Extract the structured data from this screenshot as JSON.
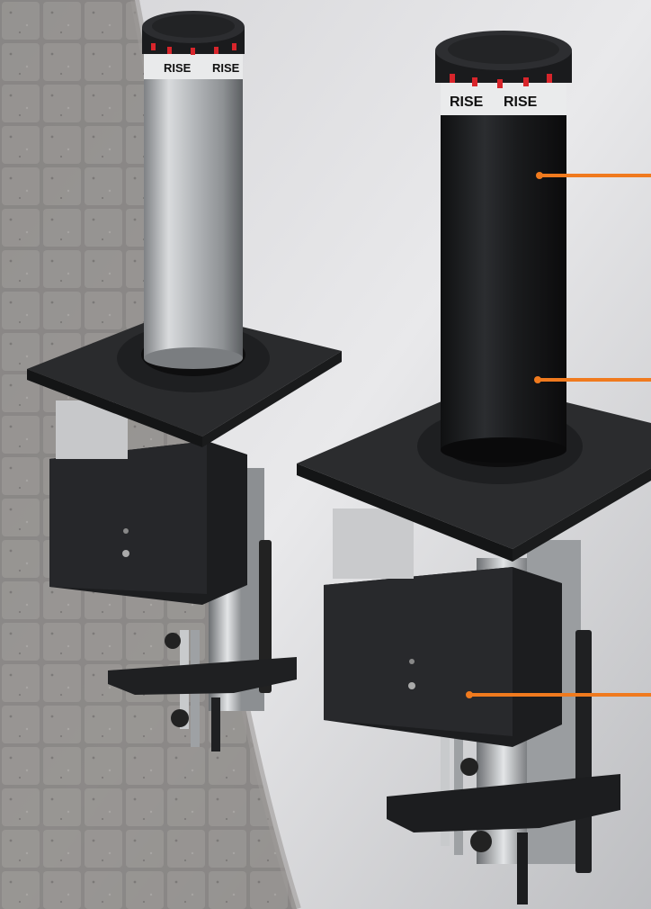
{
  "scene": {
    "description_free": true,
    "colors": {
      "background_light": "#e6e6e8",
      "background_mid": "#c9c9cc",
      "paving": "#7d7a78",
      "steel": "#c8cacc",
      "black_body": "#1b1c1e",
      "accent_orange": "#f07a1e",
      "reflector_red": "#d8252b"
    }
  },
  "bollards": [
    {
      "id": "stainless",
      "brand_labels": [
        "RISE",
        "RISE"
      ]
    },
    {
      "id": "black",
      "brand_labels": [
        "RISE",
        "RISE"
      ]
    }
  ],
  "callouts": [
    {
      "id": "callout-top"
    },
    {
      "id": "callout-middle"
    },
    {
      "id": "callout-bottom"
    }
  ]
}
